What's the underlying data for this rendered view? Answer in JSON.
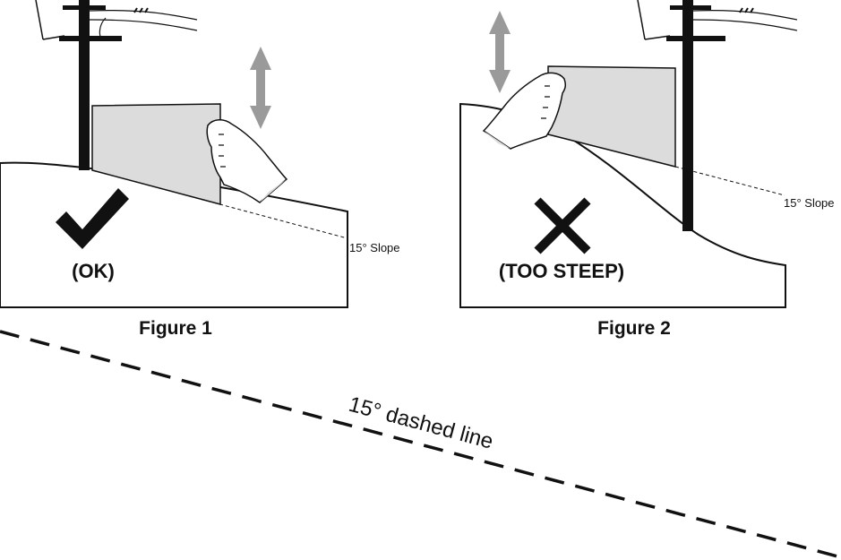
{
  "figure1": {
    "caption": "Figure 1",
    "status": "(OK)",
    "slope_label": "15° Slope",
    "mark": "check-mark"
  },
  "figure2": {
    "caption": "Figure 2",
    "status": "(TOO STEEP)",
    "slope_label": "15° Slope",
    "mark": "x-mark"
  },
  "reference_line": {
    "label": "15° dashed line",
    "angle_degrees": 15
  },
  "colors": {
    "ink": "#111111",
    "panel_fill": "#dcdcdc",
    "arrow": "#9a9a9a",
    "hand_fill": "#ffffff"
  }
}
